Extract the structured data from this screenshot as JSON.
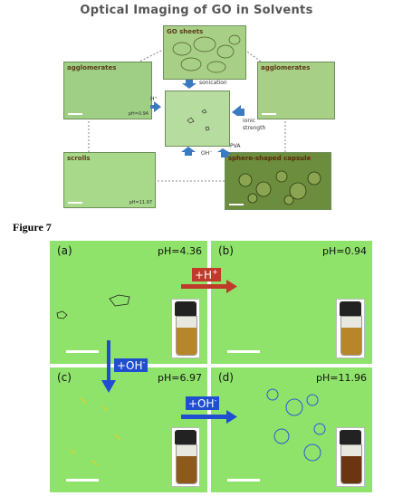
{
  "top_figure": {
    "title": "Optical Imaging of GO in Solvents",
    "panels": [
      {
        "id": "go-sheets",
        "label": "GO sheets",
        "ph": ""
      },
      {
        "id": "agglomerates-left",
        "label": "agglomerates",
        "ph": "pH=0.94"
      },
      {
        "id": "agglomerates-right",
        "label": "agglomerates",
        "ph": ""
      },
      {
        "id": "center",
        "label": "",
        "ph": ""
      },
      {
        "id": "scrolls",
        "label": "scrolls",
        "ph": "pH=11.97"
      },
      {
        "id": "spheres",
        "label": "sphere-shaped capsule",
        "ph": ""
      }
    ],
    "arrow_labels": {
      "sonication": "sonication",
      "h_plus": "H⁺",
      "ionic_strength_1": "ionic",
      "ionic_strength_2": "strength",
      "oh": "OH⁻",
      "pva": "PVA"
    }
  },
  "figure_label": "Figure 7",
  "bottom_figure": {
    "panels": [
      {
        "id": "a",
        "label": "(a)",
        "ph": "pH=4.36",
        "liquid": "#b8862a"
      },
      {
        "id": "b",
        "label": "(b)",
        "ph": "pH=0.94",
        "liquid": "#b8862a"
      },
      {
        "id": "c",
        "label": "(c)",
        "ph": "pH=6.97",
        "liquid": "#8e5a1c"
      },
      {
        "id": "d",
        "label": "(d)",
        "ph": "pH=11.96",
        "liquid": "#6a3510"
      }
    ],
    "arrows": {
      "h_plus": {
        "text": "+H",
        "sup": "+",
        "color": "#c0392b"
      },
      "oh_down": {
        "text": "+OH",
        "sup": "-",
        "color": "#1f4fd0"
      },
      "oh_right": {
        "text": "+OH",
        "sup": "-",
        "color": "#1f4fd0"
      }
    }
  }
}
